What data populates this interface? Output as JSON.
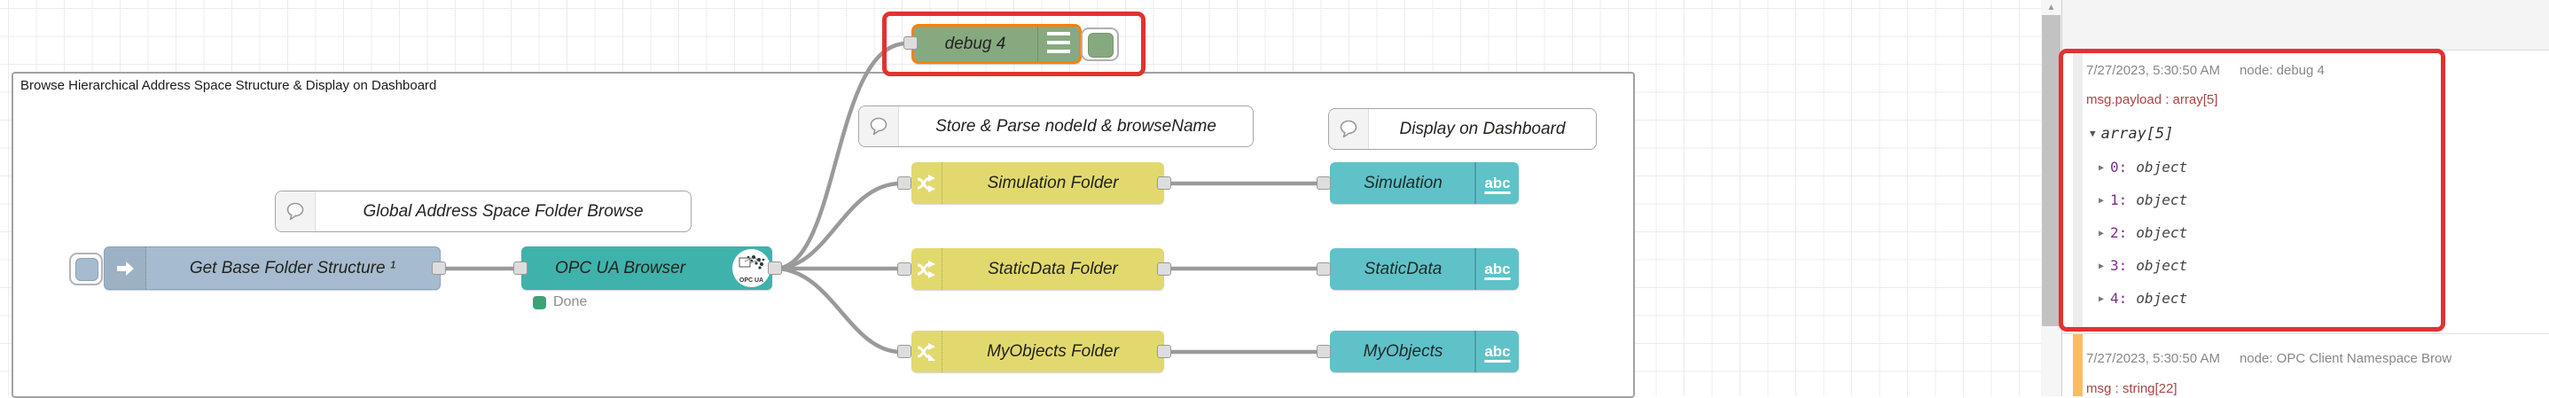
{
  "canvas": {
    "group_title": "Browse Hierarchical Address Space Structure & Display on Dashboard",
    "comments": {
      "global": "Global Address Space Folder Browse",
      "store": "Store & Parse nodeId & browseName",
      "display": "Display on Dashboard"
    },
    "nodes": {
      "inject": {
        "label": "Get Base Folder Structure ¹"
      },
      "opcua": {
        "label": "OPC UA Browser",
        "icon_text": "OPC UA",
        "status": "Done"
      },
      "debug": {
        "label": "debug 4"
      },
      "switch_simulation": {
        "label": "Simulation Folder"
      },
      "switch_staticdata": {
        "label": "StaticData Folder"
      },
      "switch_myobjects": {
        "label": "MyObjects Folder"
      },
      "ui_simulation": {
        "label": "Simulation"
      },
      "ui_staticdata": {
        "label": "StaticData"
      },
      "ui_myobjects": {
        "label": "MyObjects"
      },
      "ui_badge": "abc"
    }
  },
  "sidebar": {
    "messages": [
      {
        "timestamp": "7/27/2023, 5:30:50 AM",
        "node": "node: debug 4",
        "path": "msg.payload : array[5]",
        "tree_root": "array[5]",
        "items": [
          {
            "key": "0:",
            "value": "object"
          },
          {
            "key": "1:",
            "value": "object"
          },
          {
            "key": "2:",
            "value": "object"
          },
          {
            "key": "3:",
            "value": "object"
          },
          {
            "key": "4:",
            "value": "object"
          }
        ]
      },
      {
        "timestamp": "7/27/2023, 5:30:50 AM",
        "node": "node: OPC Client Namespace Brow",
        "path": "msg : string[22]"
      }
    ]
  },
  "icons": {
    "expand": "▶",
    "collapse": "▼",
    "scroll_up": "▲"
  },
  "colors": {
    "annotation_red": "#e23230",
    "selected_orange": "#ff7f0e",
    "inject_blue": "#a6bbcf",
    "opcua_teal": "#3fb2ac",
    "debug_green": "#87a980",
    "switch_yellow": "#e2d96e",
    "ui_teal": "#5fc2c8",
    "status_green": "#3da374",
    "msg_path_red": "#a94444",
    "tree_key_purple": "#7d2a8d",
    "msg2_border_orange": "#fcbd60"
  }
}
